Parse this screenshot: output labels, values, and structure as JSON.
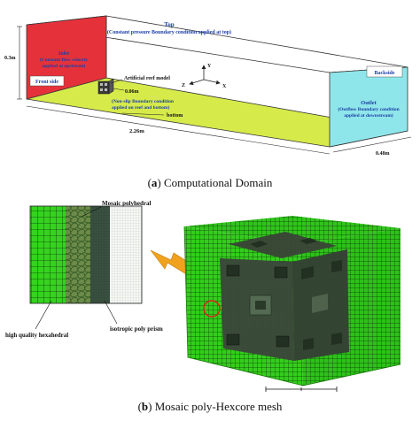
{
  "panel_a": {
    "top_title": "Top",
    "top_note": "(Constant pressure Boundary condition applied at top)",
    "inlet_title": "Inlet",
    "inlet_note1": "(Constant flow velocity",
    "inlet_note2": "applied at upstream)",
    "front_side": "Front side",
    "backside": "Backside",
    "outlet_title": "Outlet",
    "outlet_note1": "(Outflow Boundary condition",
    "outlet_note2": "applied at downstream)",
    "reef_label": "Artificial reef model",
    "reef_size": "0.06m",
    "noslip_note1": "(Non-slip Boundary condition",
    "noslip_note2": "applied on reef and bottom)",
    "bottom": "bottom",
    "height": "0.3m",
    "length": "2.26m",
    "width": "0.48m",
    "axis_y": "Y",
    "axis_z": "Z",
    "axis_x": "X",
    "caption_letter": "a",
    "caption_text": " Computational Domain"
  },
  "panel_b": {
    "mosaic_label": "Mosaic polyhedral",
    "hexa_label": "high quality hexahedral",
    "prism_label": "isotropic poly prism",
    "caption_letter": "b",
    "caption_text": " Mosaic poly-Hexcore mesh"
  },
  "colors": {
    "inlet": "#e5323a",
    "outlet": "#8fe6ea",
    "bottom": "#d6ea4a",
    "mesh_green": "#35d21c",
    "label_blue": "#1c3fa6",
    "arrow_orange": "#f0a21f"
  }
}
